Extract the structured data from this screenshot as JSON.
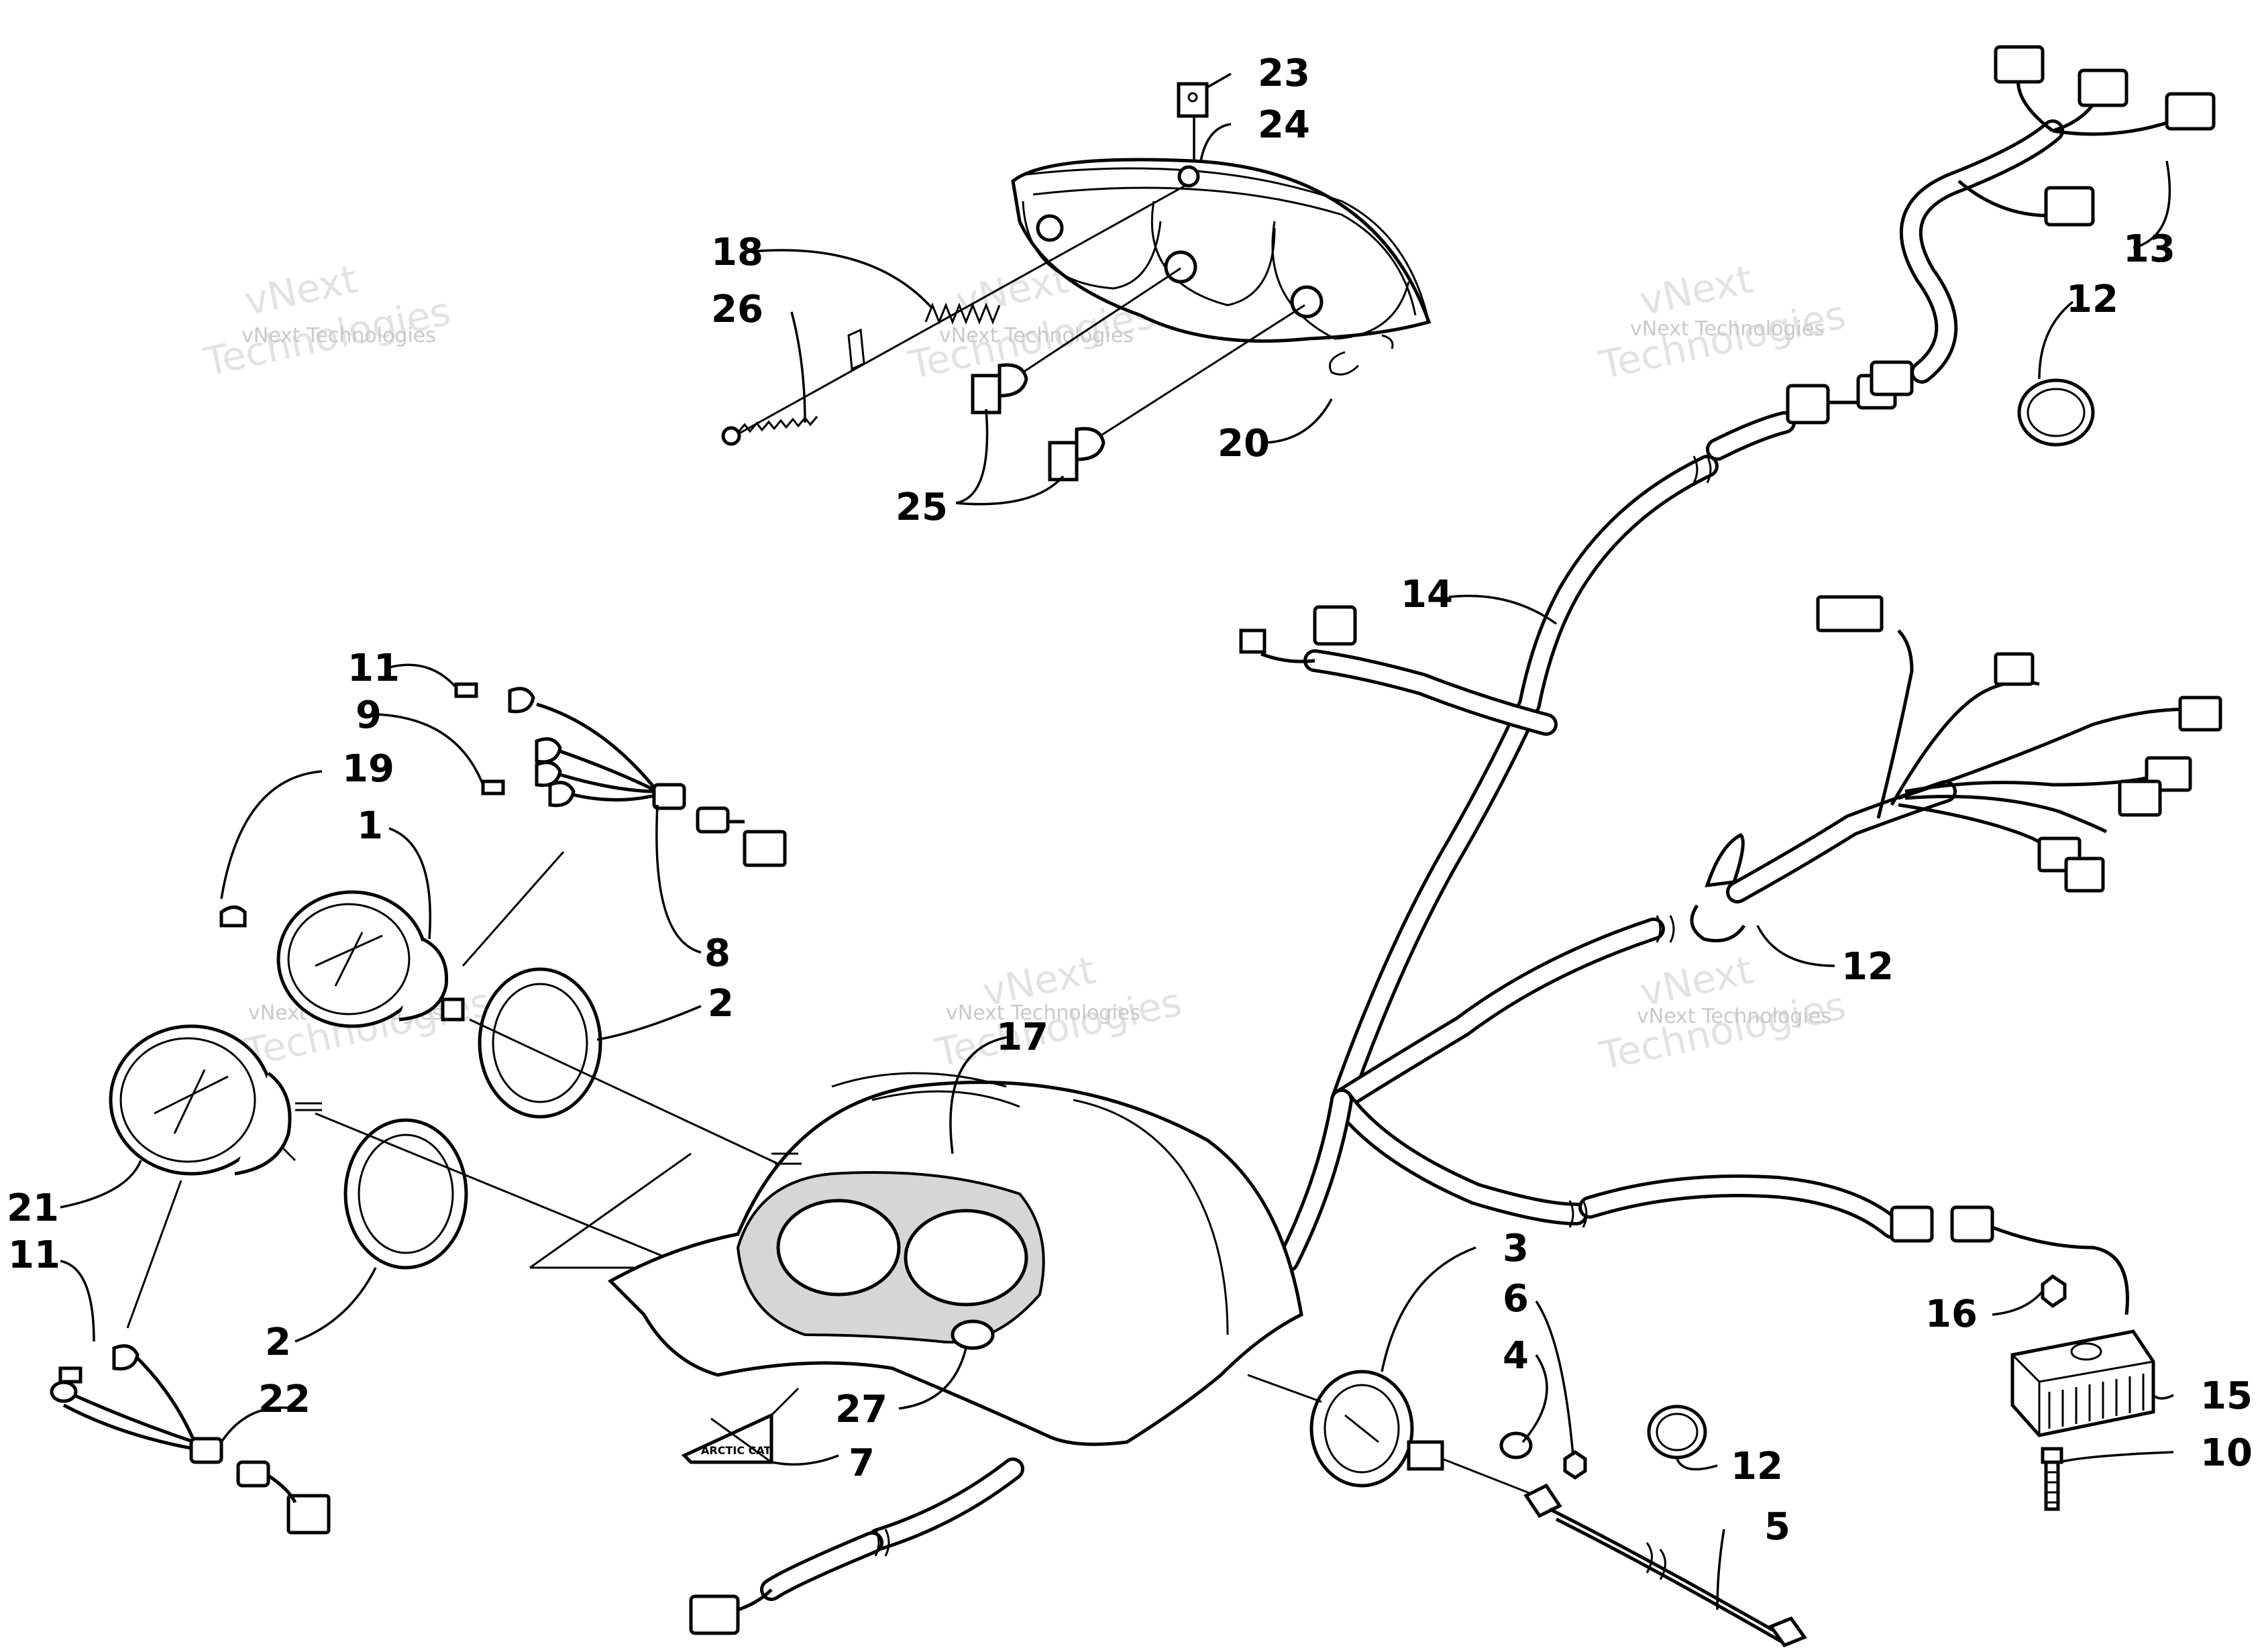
{
  "watermark": {
    "line1": "vNext",
    "line2": "Technologies",
    "full": "vNext Technologies"
  },
  "decal_text": "ARCTIC CAT",
  "callouts": [
    {
      "id": "c23",
      "label": "23"
    },
    {
      "id": "c24",
      "label": "24"
    },
    {
      "id": "c18",
      "label": "18"
    },
    {
      "id": "c26",
      "label": "26"
    },
    {
      "id": "c20",
      "label": "20"
    },
    {
      "id": "c25",
      "label": "25"
    },
    {
      "id": "c13",
      "label": "13"
    },
    {
      "id": "c12a",
      "label": "12"
    },
    {
      "id": "c14",
      "label": "14"
    },
    {
      "id": "c11a",
      "label": "11"
    },
    {
      "id": "c9",
      "label": "9"
    },
    {
      "id": "c19",
      "label": "19"
    },
    {
      "id": "c1",
      "label": "1"
    },
    {
      "id": "c8",
      "label": "8"
    },
    {
      "id": "c2a",
      "label": "2"
    },
    {
      "id": "c17",
      "label": "17"
    },
    {
      "id": "c12b",
      "label": "12"
    },
    {
      "id": "c21",
      "label": "21"
    },
    {
      "id": "c11b",
      "label": "11"
    },
    {
      "id": "c2b",
      "label": "2"
    },
    {
      "id": "c22",
      "label": "22"
    },
    {
      "id": "c27",
      "label": "27"
    },
    {
      "id": "c7",
      "label": "7"
    },
    {
      "id": "c3",
      "label": "3"
    },
    {
      "id": "c6",
      "label": "6"
    },
    {
      "id": "c4",
      "label": "4"
    },
    {
      "id": "c12c",
      "label": "12"
    },
    {
      "id": "c5",
      "label": "5"
    },
    {
      "id": "c16",
      "label": "16"
    },
    {
      "id": "c15",
      "label": "15"
    },
    {
      "id": "c10",
      "label": "10"
    }
  ]
}
